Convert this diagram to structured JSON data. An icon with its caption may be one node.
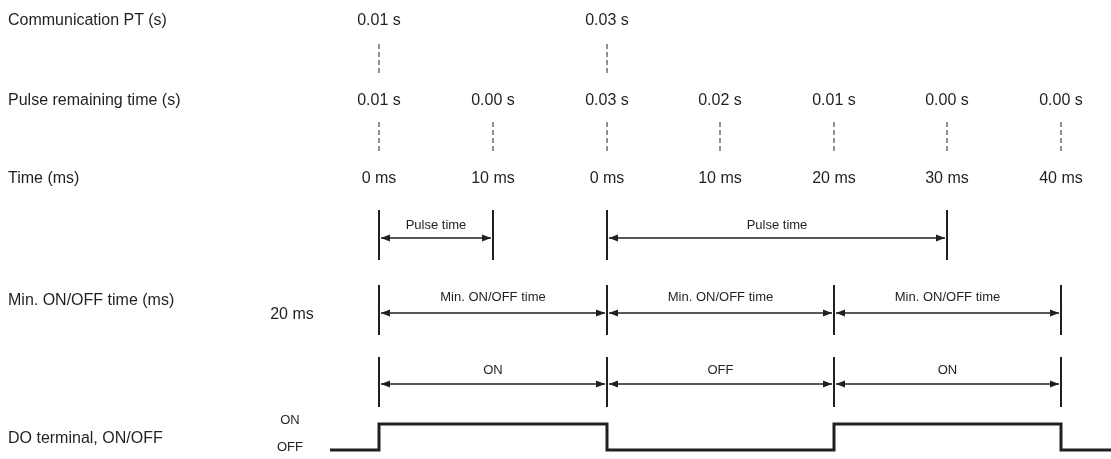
{
  "diagram": {
    "labels": [
      "Communication PT (s)",
      "0.01 s",
      "0.03 s",
      "Pulse remaining time (s)",
      "0.01 s",
      "0.00 s",
      "0.03 s",
      "0.02 s",
      "0.01 s",
      "0.00 s",
      "0.00 s",
      "Time (ms)",
      "0 ms",
      "10 ms",
      "0 ms",
      "10 ms",
      "20 ms",
      "30 ms",
      "40 ms",
      "Pulse time",
      "Pulse time",
      "Min. ON/OFF time (ms)",
      "20 ms",
      "Min. ON/OFF time",
      "Min. ON/OFF time",
      "Min. ON/OFF time",
      "ON",
      "OFF",
      "ON",
      "DO terminal, ON/OFF",
      "ON",
      "OFF"
    ]
  }
}
